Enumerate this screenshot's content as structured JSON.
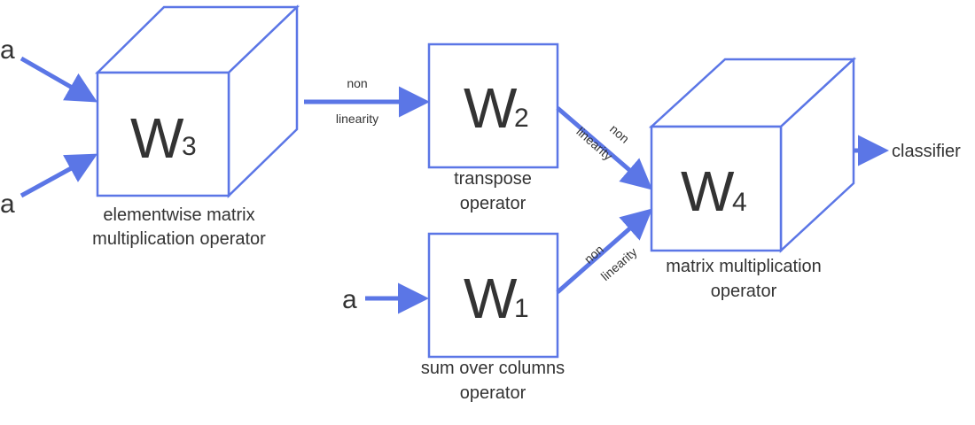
{
  "inputs": {
    "input_top": "a",
    "input_bottom": "a",
    "input_w1": "a"
  },
  "nodes": {
    "w3": {
      "symbol": "W",
      "index": "3",
      "caption_line1": "elementwise matrix",
      "caption_line2": "multiplication operator"
    },
    "w2": {
      "symbol": "W",
      "index": "2",
      "caption_line1": "transpose",
      "caption_line2": "operator"
    },
    "w1": {
      "symbol": "W",
      "index": "1",
      "caption_line1": "sum over columns",
      "caption_line2": "operator"
    },
    "w4": {
      "symbol": "W",
      "index": "4",
      "caption_line1": "matrix multiplication",
      "caption_line2": "operator"
    }
  },
  "edge_labels": {
    "w3_to_w2": {
      "line1": "non",
      "line2": "linearity"
    },
    "w2_to_w4": {
      "line1": "non",
      "line2": "linearity"
    },
    "w1_to_w4": {
      "line1": "non",
      "line2": "linearity"
    }
  },
  "output": {
    "label": "classifier"
  },
  "colors": {
    "accent": "#5b76e6",
    "text": "#333333"
  }
}
